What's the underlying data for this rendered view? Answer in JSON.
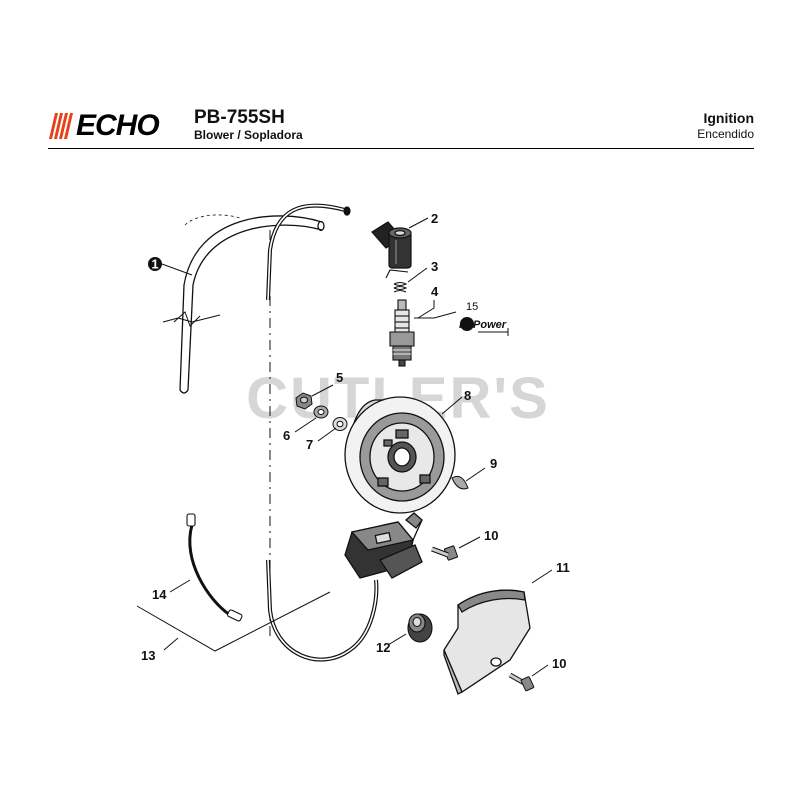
{
  "header": {
    "brand": "ECHO",
    "model": "PB-755SH",
    "model_subtitle": "Blower / Sopladora",
    "section_title": "Ignition",
    "section_subtitle": "Encendido"
  },
  "watermark": "CUTLER'S",
  "repower_label": "RePower",
  "callouts": [
    {
      "id": "c1",
      "label": "1"
    },
    {
      "id": "c2",
      "label": "2"
    },
    {
      "id": "c3",
      "label": "3"
    },
    {
      "id": "c4",
      "label": "4"
    },
    {
      "id": "c15",
      "label": "15"
    },
    {
      "id": "c5",
      "label": "5"
    },
    {
      "id": "c6",
      "label": "6"
    },
    {
      "id": "c7",
      "label": "7"
    },
    {
      "id": "c8",
      "label": "8"
    },
    {
      "id": "c9",
      "label": "9"
    },
    {
      "id": "c10a",
      "label": "10"
    },
    {
      "id": "c11",
      "label": "11"
    },
    {
      "id": "c14",
      "label": "14"
    },
    {
      "id": "c13",
      "label": "13"
    },
    {
      "id": "c12",
      "label": "12"
    },
    {
      "id": "c10b",
      "label": "10"
    }
  ],
  "colors": {
    "line": "#111111",
    "watermark": "#d6d6d6",
    "logo_stripes": "#e8421a"
  }
}
